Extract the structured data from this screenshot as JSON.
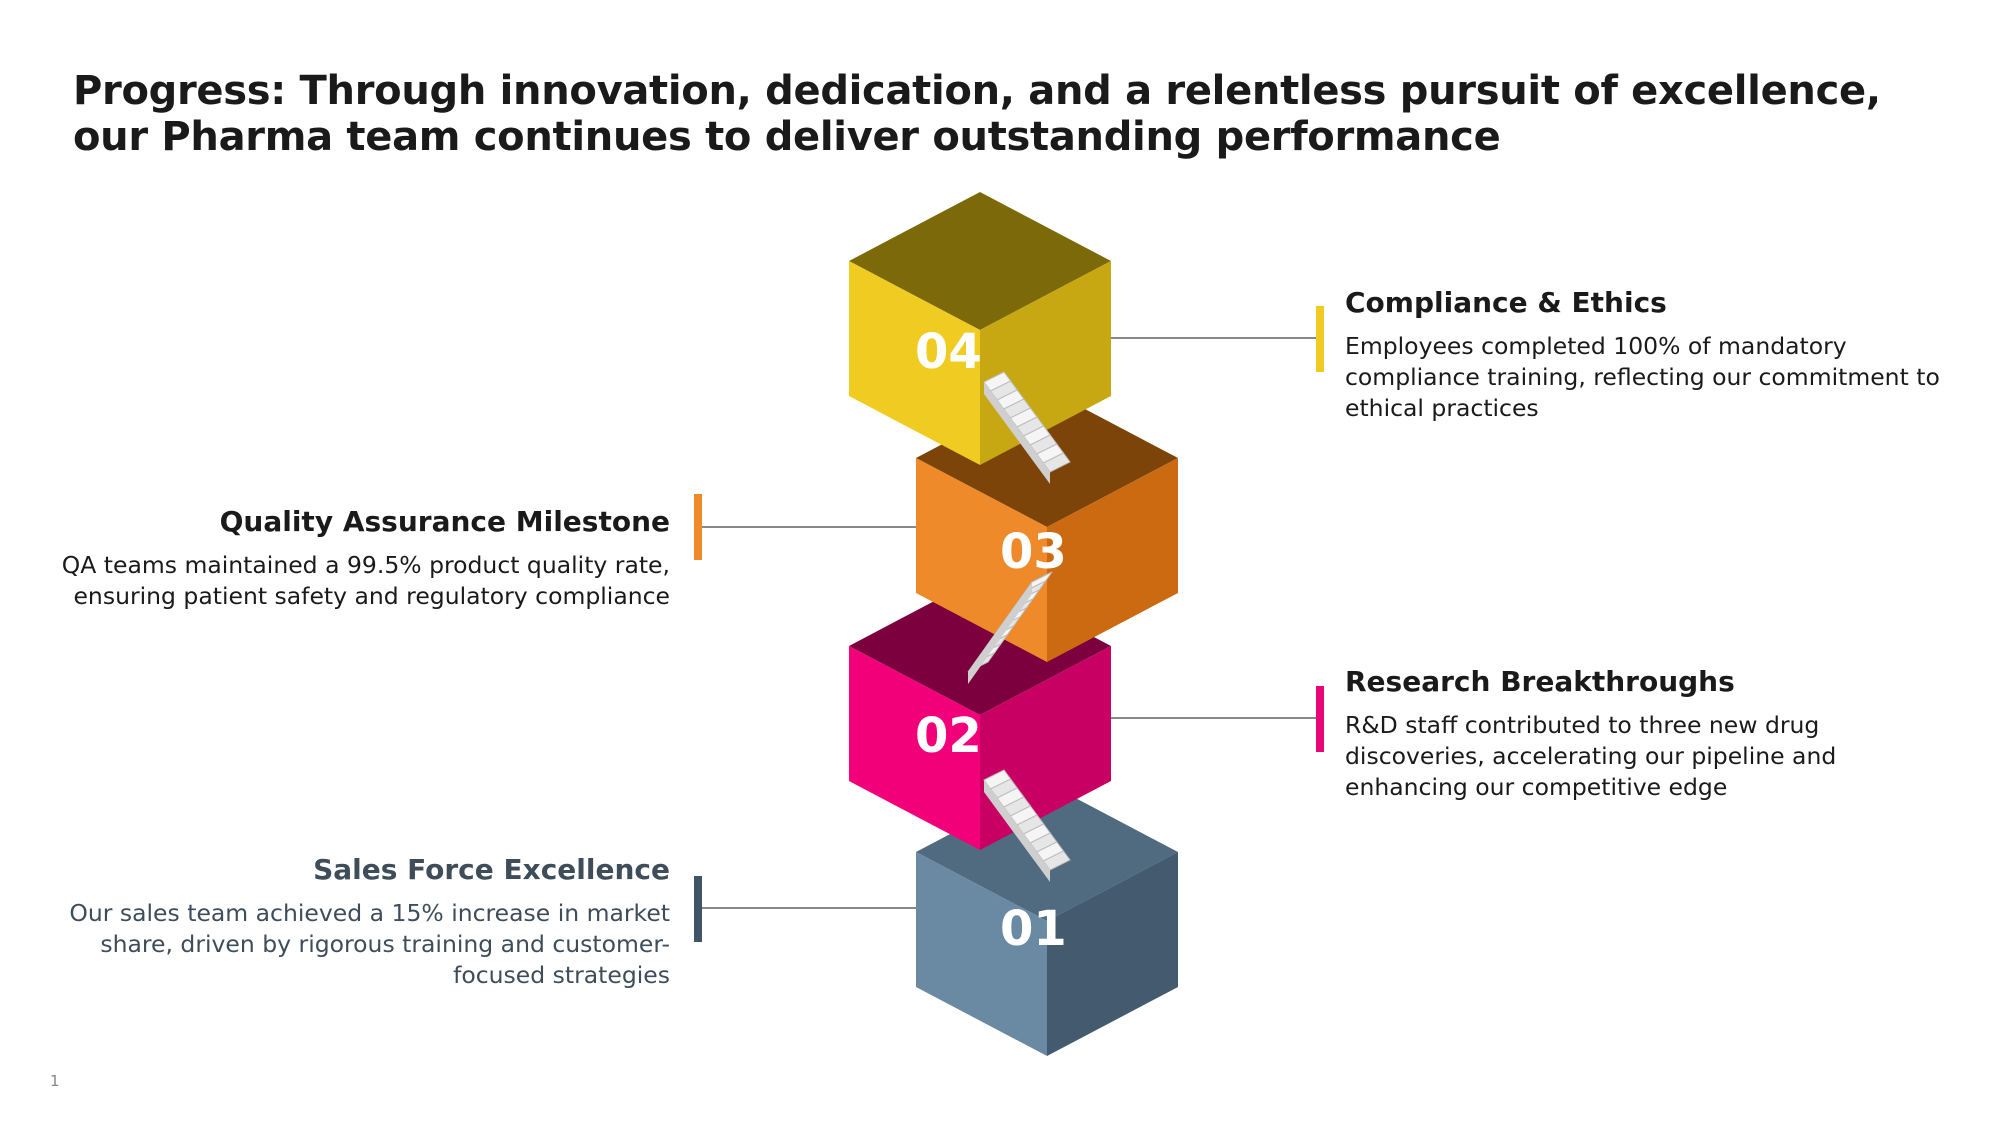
{
  "slide": {
    "title": "Progress: Through innovation, dedication, and a relentless pursuit of excellence, our Pharma team continues to deliver outstanding performance",
    "page_number": "1"
  },
  "steps": [
    {
      "number": "01",
      "title": "Sales Force Excellence",
      "description": "Our sales team achieved a 15% increase in market share, driven by rigorous training and customer-focused strategies",
      "colors": {
        "top": "#506a80",
        "front": "#6a8aa4",
        "side": "#445a6e",
        "accent": "#3f5466",
        "text": "#3f4d5a"
      }
    },
    {
      "number": "02",
      "title": "Research Breakthroughs",
      "description": "R&D staff contributed to three new drug discoveries, accelerating our pipeline and enhancing our competitive edge",
      "colors": {
        "top": "#7c003e",
        "front": "#f2007a",
        "side": "#c80064",
        "accent": "#e8067a",
        "text": "#1a1a1a"
      }
    },
    {
      "number": "03",
      "title": "Quality Assurance Milestone",
      "description": "QA teams maintained a 99.5% product quality rate, ensuring patient safety and regulatory compliance",
      "colors": {
        "top": "#7c4408",
        "front": "#ee8a2a",
        "side": "#cc6a12",
        "accent": "#ee8a2a",
        "text": "#1a1a1a"
      }
    },
    {
      "number": "04",
      "title": "Compliance & Ethics",
      "description": "Employees completed 100% of mandatory compliance training, reflecting our commitment to ethical practices",
      "colors": {
        "top": "#7c6a0a",
        "front": "#f0cc22",
        "side": "#c8a812",
        "accent": "#f0cc22",
        "text": "#1a1a1a"
      }
    }
  ]
}
